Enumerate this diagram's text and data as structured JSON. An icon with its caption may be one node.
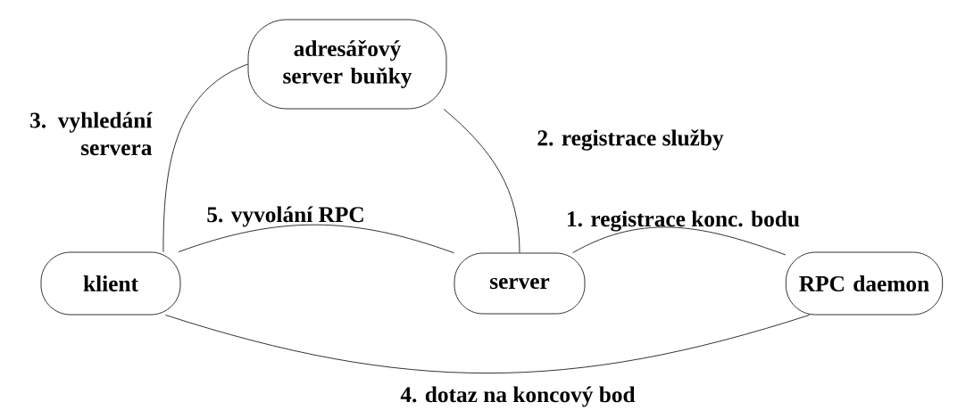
{
  "diagram": {
    "nodes": [
      {
        "text": [
          "adresářový server buňky"
        ]
      },
      {
        "text": [
          "klient"
        ]
      },
      {
        "text": [
          "server"
        ]
      },
      {
        "text": [
          "RPC daemon"
        ]
      }
    ],
    "edges": [
      {
        "from": 2,
        "to": 3,
        "arrow": "none",
        "label": "1. registrace konc. bodu"
      },
      {
        "from": 0,
        "to": 2,
        "arrow": "none",
        "label": "2. registrace služby"
      },
      {
        "from": 1,
        "to": 0,
        "arrow": "none",
        "label": "3. vyhledání servera"
      },
      {
        "from": 1,
        "to": 3,
        "arrow": "none",
        "label": "4. dotaz na koncový bod"
      },
      {
        "from": 1,
        "to": 2,
        "arrow": "none",
        "label": "5. vyvolání RPC"
      }
    ]
  }
}
